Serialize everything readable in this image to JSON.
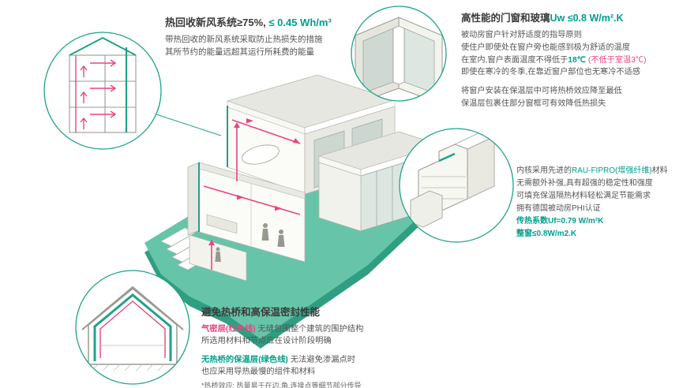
{
  "colors": {
    "accent_teal": "#00a08c",
    "accent_red": "#e8457f",
    "ground_teal": "#66c5a8",
    "text_dark": "#3a3a3a"
  },
  "ventilation": {
    "title_main": "热回收新风系统≥75%,",
    "title_accent": " ≤ 0.45 Wh/m³",
    "line1": "带热回收的新风系统采取防止热损失的措施",
    "line2": "其所节约的能量远超其运行所耗费的能量"
  },
  "window": {
    "title_main": "高性能的门窗和玻璃",
    "title_accent": "Uw ≤0.8 W/m².K",
    "line1": "被动房窗户针对舒适度的指导原则",
    "line2": "使住户即使处在窗户旁也能感到极为舒适的温度",
    "line3_pre": "在室内,窗户表面温度不得低于",
    "line3_temp": "18℃",
    "line3_note": " (不低于室温3℃)",
    "line4": "即使在寒冷的冬季,在靠近窗户部位也无寒冷不适感",
    "line5": "将窗户安装在保温层中可将热桥效应降至最低",
    "line6": "保温层包裹住部分窗框可有效降低热损失"
  },
  "profile": {
    "line1_pre": "内核采用先进的",
    "line1_brand": "RAU-FIPRO(增强纤维)",
    "line1_post": "材料",
    "line2": "无需额外补强,具有超强的稳定性和强度",
    "line3": "可填充保温隔热材料轻松满足节能需求",
    "line4": "拥有德国被动房PHI认证",
    "line5": "传热系数Uf=0.79 W/m²K",
    "line6": "整窗≤0.8W/m2.K"
  },
  "thermal": {
    "title": "避免热桥和高保温密封性能",
    "line1_label": "气密层(红色线)",
    "line1_rest": " 无缝包围整个建筑的围护结构",
    "line2": "所选用材料和节点应在设计阶段明确",
    "line3_label": "无热桥的保温层(绿色线)",
    "line3_rest": " 无法避免渗漏点时",
    "line4": "也应采用导热最慢的组件和材料",
    "line5": "*热桥效应: 热量易于在边,角,连接点等细节部分传导"
  }
}
